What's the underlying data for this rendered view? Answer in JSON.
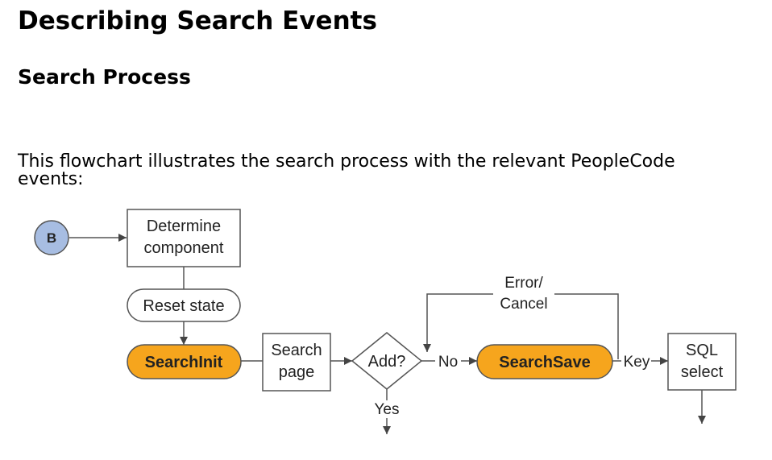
{
  "title": "Describing Search Events",
  "subtitle": "Search Process",
  "intro": "This flowchart illustrates the search process with the relevant PeopleCode events:",
  "diagram": {
    "start_connector": "B",
    "determine_component": [
      "Determine",
      "component"
    ],
    "reset_state": "Reset state",
    "search_init": "SearchInit",
    "search_page": [
      "Search",
      "page"
    ],
    "add_decision": "Add?",
    "no_label": "No",
    "yes_label": "Yes",
    "search_save": "SearchSave",
    "key_label": "Key",
    "sql_select": [
      "SQL",
      "select"
    ],
    "error_cancel": [
      "Error/",
      "Cancel"
    ],
    "colors": {
      "event_fill": "#f6a51d",
      "connector_fill": "#a7bde2",
      "line": "#555555"
    }
  }
}
